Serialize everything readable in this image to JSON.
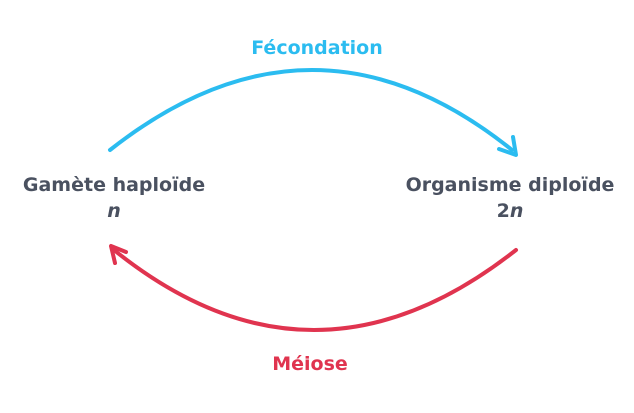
{
  "cycle": {
    "top_label": "Fécondation",
    "bottom_label": "Méiose",
    "left_node": {
      "title": "Gamète haploïde",
      "ploidy_prefix": "",
      "ploidy_var": "n"
    },
    "right_node": {
      "title": "Organisme diploïde",
      "ploidy_prefix": "2",
      "ploidy_var": "n"
    }
  },
  "colors": {
    "top_arrow": "#2bbcf0",
    "bottom_arrow": "#e0344f",
    "text": "#4a5160"
  }
}
